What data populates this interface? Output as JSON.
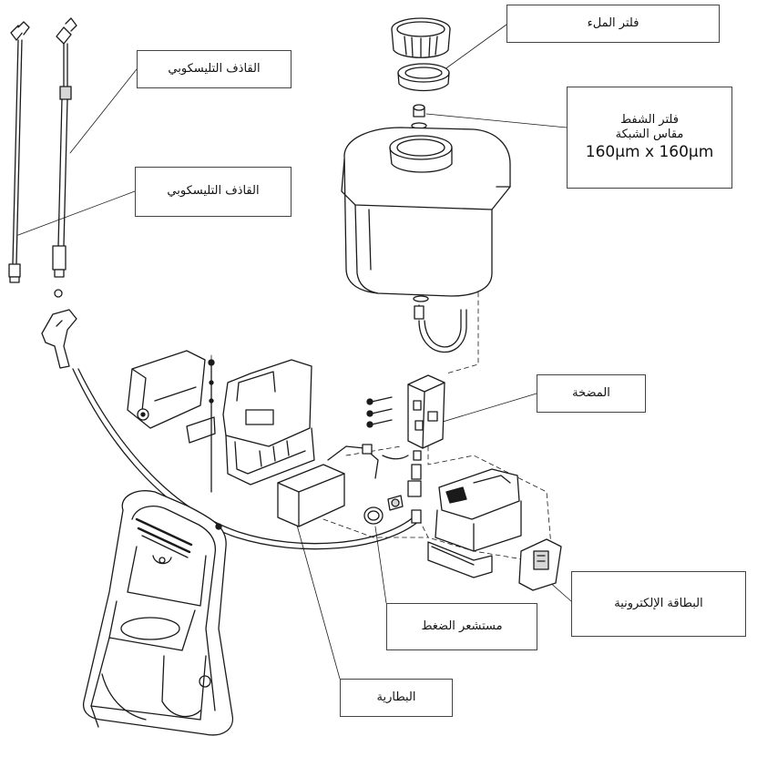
{
  "labels": {
    "filler_filter": "فلتر الملء",
    "telescopic_lance_1": "القاذف التليسكوبي",
    "telescopic_lance_2": "القاذف التليسكوبي",
    "pressure_filter": {
      "line1": "فلتر الشفط",
      "line2": "مقاس الشبكة",
      "line3": "160µm x 160µm"
    },
    "pump": "المضخة",
    "electronic_card": "البطاقة الإلكترونية",
    "pressure_sensor": "مستشعر الضغط",
    "battery": "البطارية"
  },
  "colors": {
    "stroke": "#1a1a1a",
    "fill": "#ffffff",
    "shade": "#d8d8d8"
  }
}
